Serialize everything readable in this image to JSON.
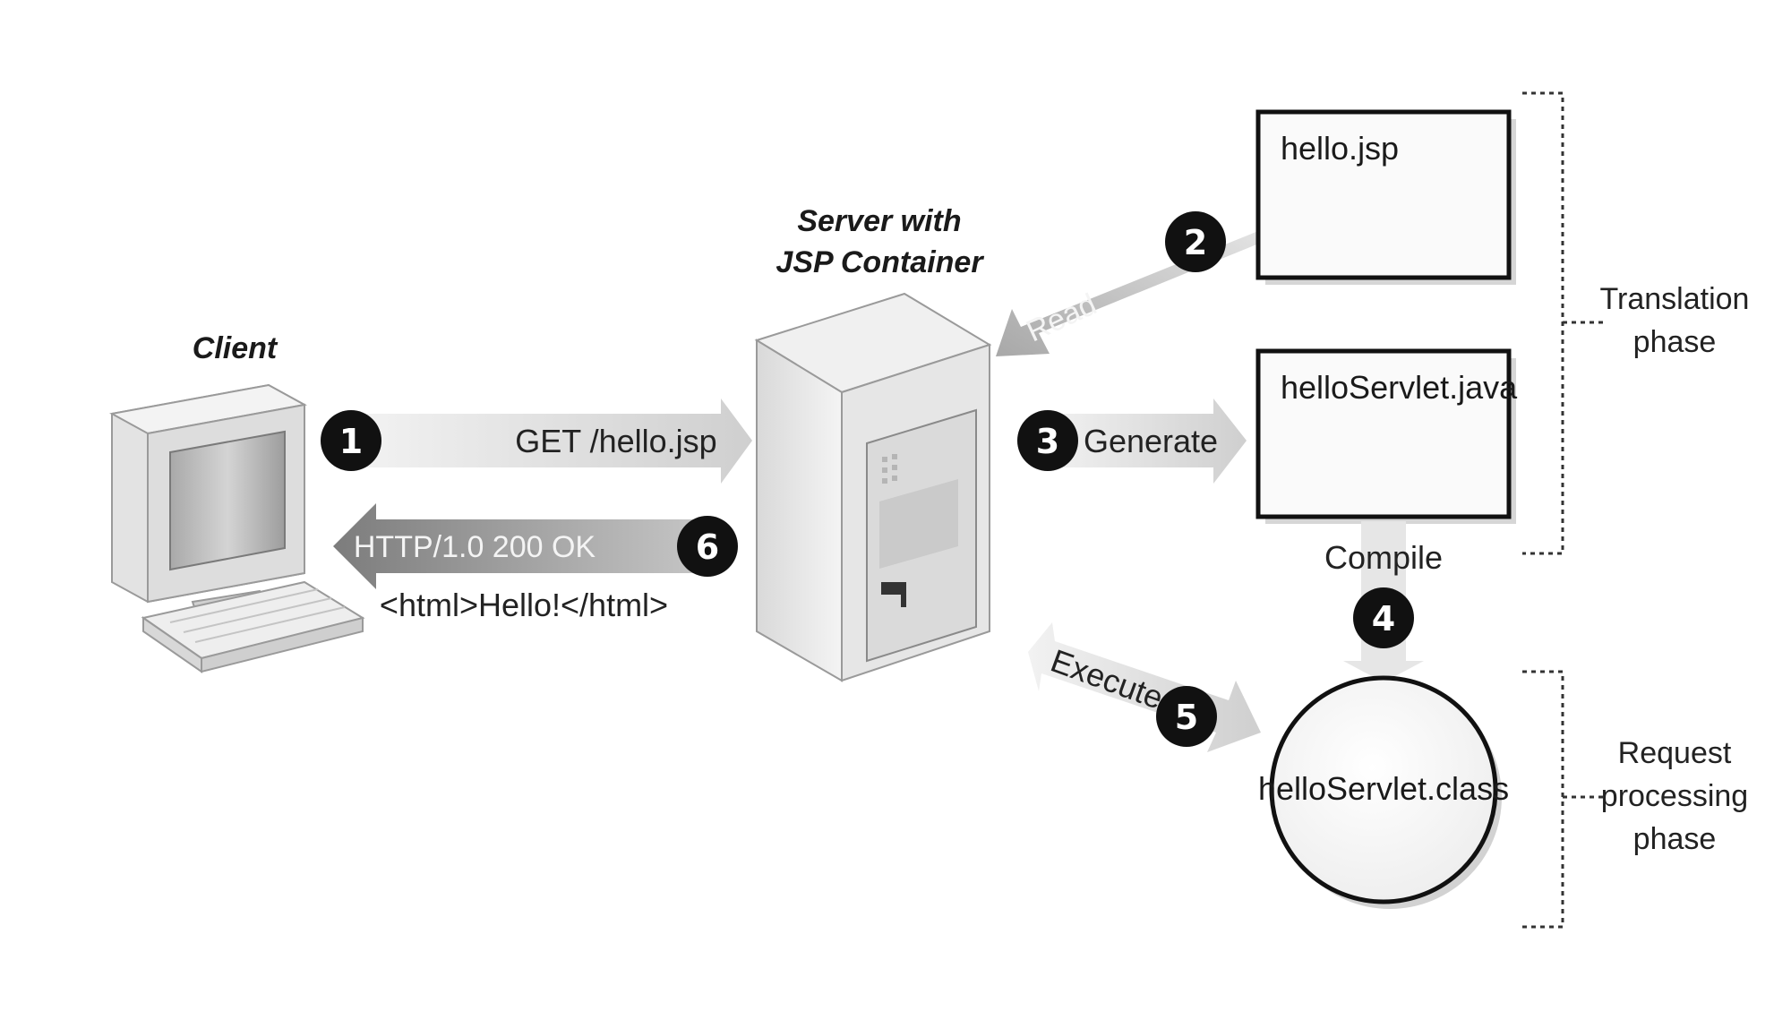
{
  "labels": {
    "client": "Client",
    "server_line1": "Server with",
    "server_line2": "JSP Container",
    "hello_jsp": "hello.jsp",
    "hello_servlet_java": "helloServlet.java",
    "hello_servlet_class": "helloServlet.class",
    "translation_line1": "Translation",
    "translation_line2": "phase",
    "request_line1": "Request",
    "request_line2": "processing",
    "request_line3": "phase"
  },
  "steps": [
    {
      "number": "1",
      "label": "GET /hello.jsp"
    },
    {
      "number": "2",
      "label": "Read"
    },
    {
      "number": "3",
      "label": "Generate"
    },
    {
      "number": "4",
      "label": "Compile"
    },
    {
      "number": "5",
      "label": "Execute"
    },
    {
      "number": "6",
      "label": "HTTP/1.0 200 OK",
      "sublabel": "<html>Hello!</html>"
    }
  ],
  "colors": {
    "arrow_light": "#d6d6d6",
    "arrow_dark": "#8c8c8c",
    "badge": "#111111",
    "box_border": "#111111",
    "bracket": "#333333"
  },
  "icons": {
    "client": "desktop-computer-icon",
    "server": "server-tower-icon"
  }
}
